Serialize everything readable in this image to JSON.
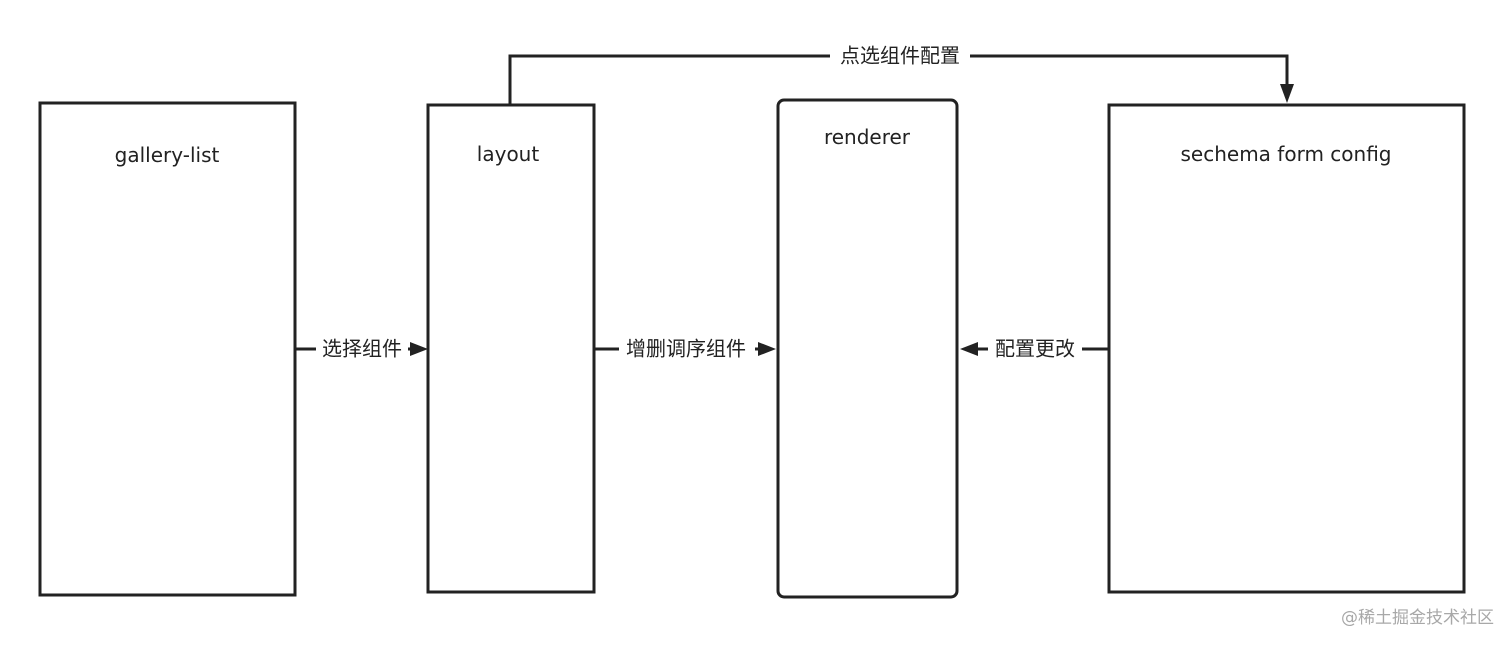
{
  "nodes": {
    "gallery_list": "gallery-list",
    "layout": "layout",
    "renderer": "renderer",
    "schema_form_config": "sechema form config"
  },
  "edges": {
    "select_component": "选择组件",
    "add_delete_reorder": "增删调序组件",
    "click_select_config": "点选组件配置",
    "config_change": "配置更改"
  },
  "watermark": "@稀土掘金技术社区",
  "colors": {
    "stroke": "#222222",
    "text": "#222222",
    "watermark": "#a8a8a8"
  }
}
